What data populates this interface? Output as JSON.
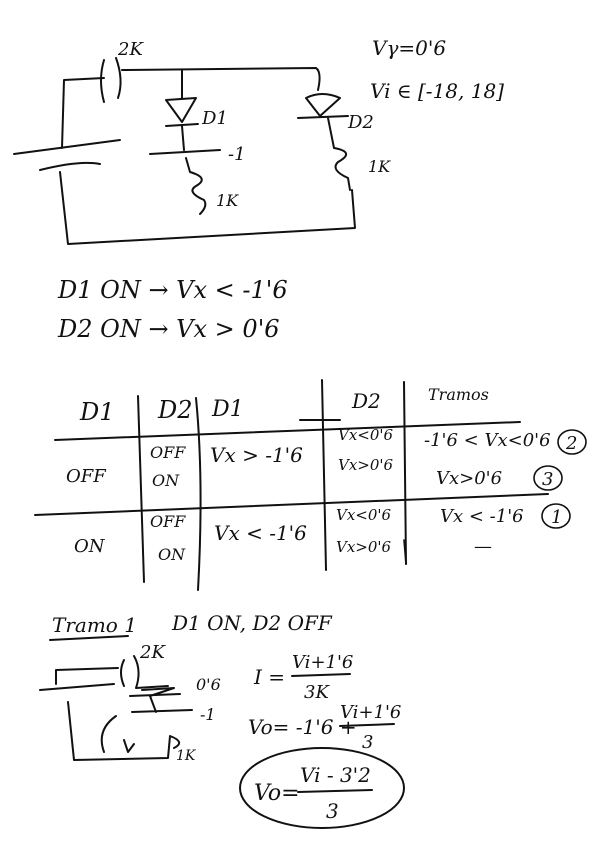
{
  "colors": {
    "ink": "#111111",
    "paper": "#ffffff"
  },
  "circuit1": {
    "r_top": "2K",
    "d1": "D1",
    "d2": "D2",
    "v_minus1": "-1",
    "r_left": "1K",
    "r_right": "1K"
  },
  "conditions": {
    "vgamma": "Vγ=0'6",
    "vi_range": "Vi ∈ [-18, 18]"
  },
  "rules": {
    "d1_on": "D1 ON → Vx < -1'6",
    "d2_on": "D2 ON → Vx > 0'6"
  },
  "table": {
    "headers": [
      "D1",
      "D2",
      "D1",
      "D2",
      "Tramos"
    ],
    "rows": [
      {
        "d1": "OFF",
        "d2": "OFF",
        "c1": "Vx > -1'6",
        "c2": "Vx<0'6",
        "tramo": "-1'6 < Vx<0'6",
        "tag": "2"
      },
      {
        "d1": "",
        "d2": "ON",
        "c1": "",
        "c2": "Vx>0'6",
        "tramo": "Vx>0'6",
        "tag": "3"
      },
      {
        "d1": "ON",
        "d2": "OFF",
        "c1": "Vx < -1'6",
        "c2": "Vx<0'6",
        "tramo": "Vx < -1'6",
        "tag": "1"
      },
      {
        "d1": "",
        "d2": "ON",
        "c1": "",
        "c2": "Vx>0'6",
        "tramo": "—",
        "tag": ""
      }
    ]
  },
  "tramo1": {
    "title": "Tramo 1",
    "subtitle": "D1 ON, D2 OFF",
    "r_top": "2K",
    "v06": "0'6",
    "vm1": "-1",
    "r_bottom": "1K",
    "eq_i_left": "I =",
    "eq_i_num": "Vi+1'6",
    "eq_i_den": "3K",
    "eq_vo_left": "Vo= -1'6 +",
    "eq_vo_num": "Vi+1'6",
    "eq_vo_den": "3",
    "result_left": "Vo=",
    "result_num": "Vi - 3'2",
    "result_den": "3"
  }
}
